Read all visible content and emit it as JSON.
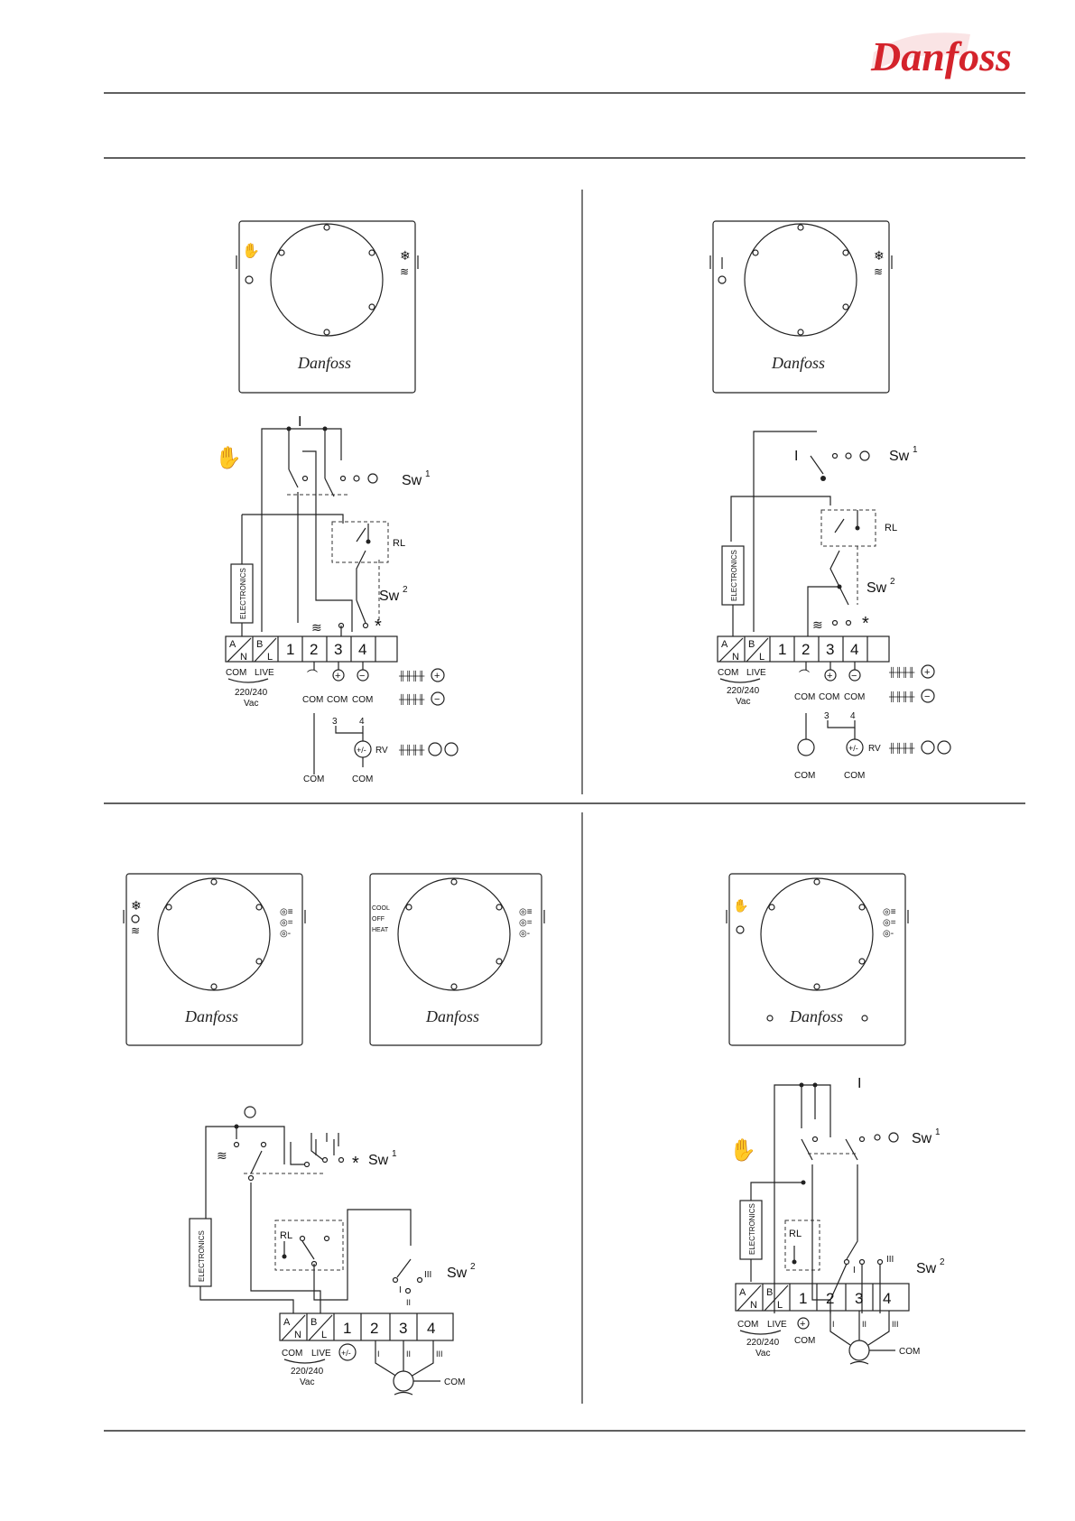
{
  "brand": {
    "name": "Danfoss",
    "color": "#d4232b"
  },
  "labels": {
    "sw1": "Sw",
    "sw2": "Sw",
    "sup1": "1",
    "sup2": "2",
    "rl": "RL",
    "electronics": "ELECTRONICS",
    "term_a": "A",
    "term_n": "N",
    "term_b": "B",
    "term_l": "L",
    "t1": "1",
    "t2": "2",
    "t3": "3",
    "t4": "4",
    "com": "COM",
    "live": "LIVE",
    "volt": "220/240",
    "vac": "Vac",
    "rv": "RV",
    "pm": "+/-",
    "roman1": "I",
    "roman2": "II",
    "roman3": "III",
    "star": "*",
    "lbl3": "3",
    "lbl4": "4",
    "cool": "COOL",
    "off": "OFF",
    "heat": "HEAT"
  },
  "icons": [
    "hand-fan-icon",
    "snowflake-icon",
    "heat-icon",
    "fan-speed-icon",
    "plus-circle-icon",
    "minus-circle-icon",
    "motor-icon"
  ]
}
